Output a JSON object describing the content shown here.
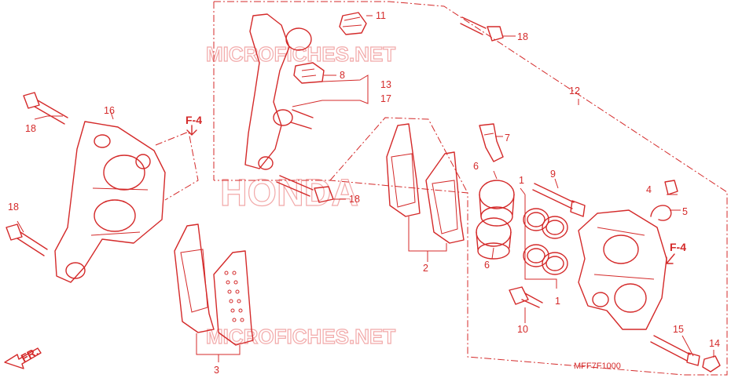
{
  "diagram_code": "MFF7F1000",
  "watermarks": {
    "site_top": "MICROFICHES.NET",
    "brand_center": "HONDA",
    "site_bottom": "MICROFICHES.NET"
  },
  "direction_label": "FR.",
  "frame_refs": {
    "left": "F-4",
    "right": "F-4"
  },
  "callouts": {
    "c1a": "1",
    "c1b": "1",
    "c2": "2",
    "c3": "3",
    "c4": "4",
    "c5": "5",
    "c6a": "6",
    "c6b": "6",
    "c7": "7",
    "c8": "8",
    "c9": "9",
    "c10": "10",
    "c11": "11",
    "c12": "12",
    "c13": "13",
    "c14": "14",
    "c15": "15",
    "c16": "16",
    "c17": "17",
    "c18a": "18",
    "c18b": "18",
    "c18c": "18",
    "c18d": "18"
  },
  "colors": {
    "line": "#d42a2a",
    "watermark": "#f2a9a9",
    "background": "#ffffff"
  }
}
